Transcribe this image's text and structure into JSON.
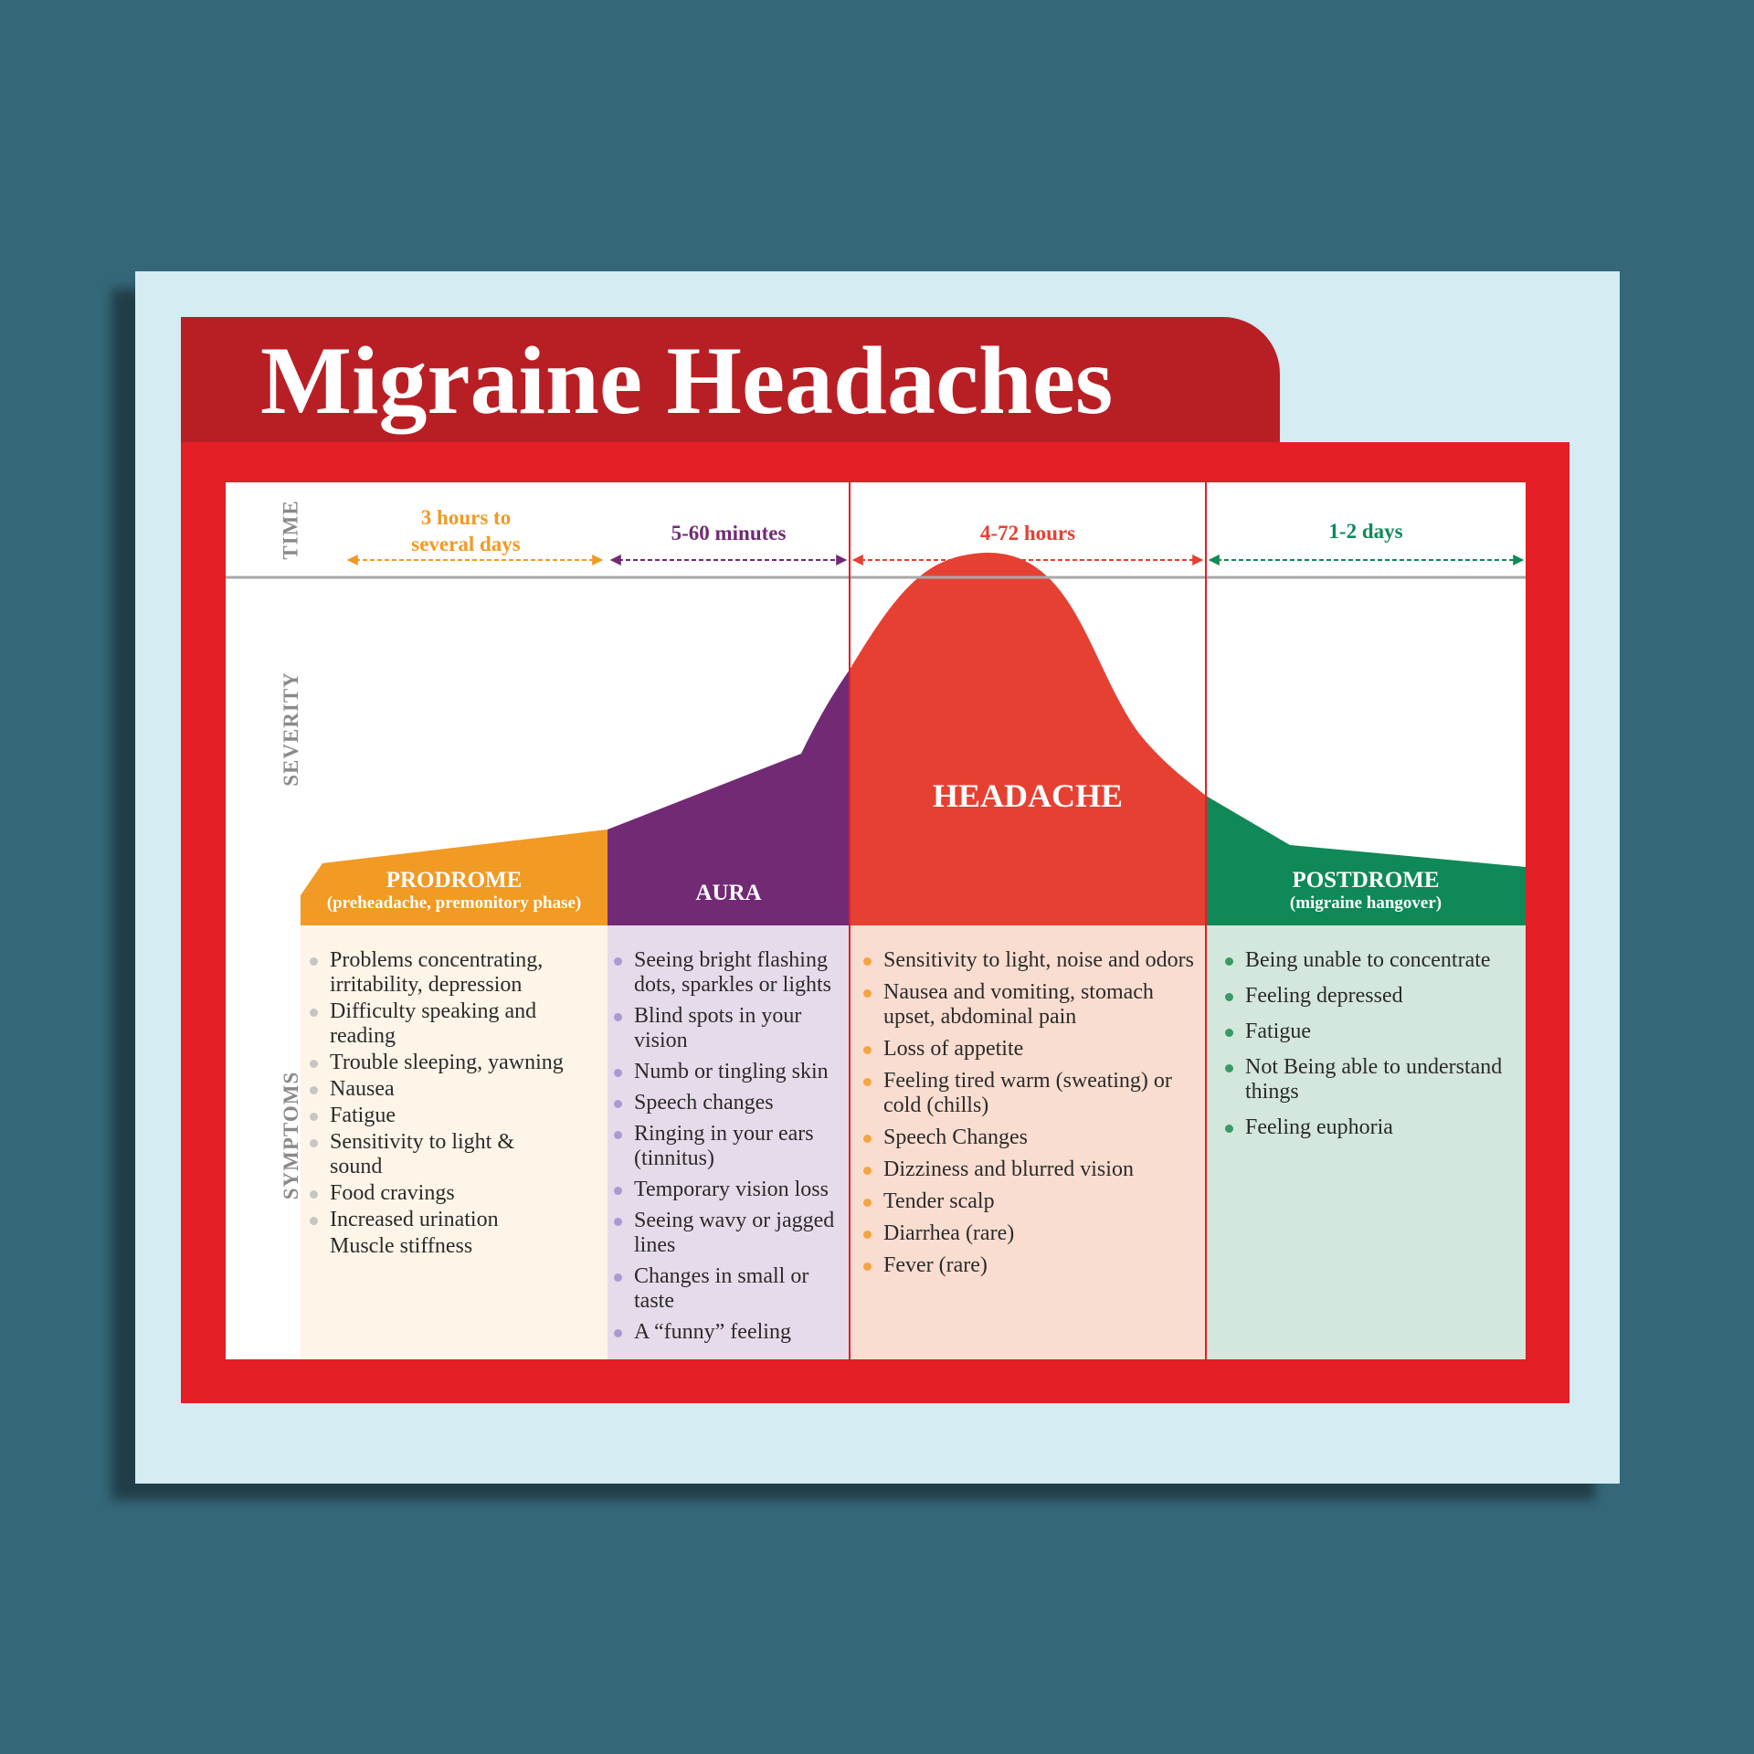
{
  "title": "Migraine Headaches",
  "rows": {
    "time": "TIME",
    "severity": "SEVERITY",
    "symptoms": "SYMPTOMS"
  },
  "phases": {
    "prodrome": {
      "duration_lines": [
        "3 hours to",
        "several days"
      ],
      "name": "PRODROME",
      "subtitle": "(preheadache, premonitory phase)",
      "symptoms": [
        "Problems concentrating, irritability, depression",
        "Difficulty speaking and reading",
        "Trouble sleeping, yawning",
        "Nausea",
        "Fatigue",
        "Sensitivity to light & sound",
        "Food cravings",
        "Increased urination",
        "Muscle stiffness"
      ]
    },
    "aura": {
      "duration": "5-60 minutes",
      "name": "AURA",
      "symptoms": [
        "Seeing bright flashing dots, sparkles or lights",
        "Blind spots in your vision",
        "Numb or tingling skin",
        "Speech changes",
        "Ringing in your ears (tinnitus)",
        "Temporary vision loss",
        "Seeing wavy or jagged lines",
        "Changes in small or taste",
        "A “funny” feeling"
      ]
    },
    "headache": {
      "duration": "4-72 hours",
      "name": "HEADACHE",
      "symptoms": [
        "Sensitivity to light, noise and odors",
        "Nausea and vomiting, stomach upset, abdominal pain",
        "Loss of appetite",
        "Feeling tired warm (sweating) or cold (chills)",
        "Speech Changes",
        "Dizziness and blurred vision",
        "Tender scalp",
        "Diarrhea (rare)",
        "Fever (rare)"
      ]
    },
    "postdrome": {
      "duration": "1-2 days",
      "name": "POSTDROME",
      "subtitle": "(migraine hangover)",
      "symptoms": [
        "Being unable to concentrate",
        "Feeling depressed",
        "Fatigue",
        "Not Being able to understand things",
        "Feeling euphoria"
      ]
    }
  },
  "colors": {
    "prodrome": "#f19a24",
    "aura": "#722a74",
    "headache": "#e64032",
    "postdrome": "#0f8957",
    "prodrome_bg": "#fdf5e8",
    "aura_bg": "#e6dbea",
    "headache_bg": "#f9ddd0",
    "postdrome_bg": "#d3e7dc",
    "frame": "#e31e25",
    "title_tab": "#b81f24",
    "poster_bg": "#d4ecf2",
    "page_bg": "#346878"
  }
}
